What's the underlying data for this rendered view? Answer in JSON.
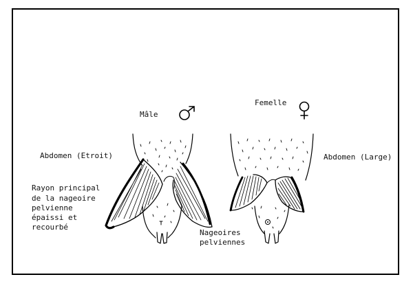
{
  "labels": {
    "male": "Mâle",
    "female": "Femelle",
    "abdomen_narrow": "Abdomen (Etroit)",
    "abdomen_wide": "Abdomen (Large)",
    "ray_line1": "Rayon principal",
    "ray_line2": "de la nageoire",
    "ray_line3": "pelvienne",
    "ray_line4": "épaissi et",
    "ray_line5": "recourbé",
    "fins_line1": "Nageoires",
    "fins_line2": "pelviennes"
  },
  "icons": {
    "male": "male-symbol-icon",
    "female": "female-symbol-icon"
  },
  "colors": {
    "ink": "#000000",
    "paper": "#ffffff"
  }
}
